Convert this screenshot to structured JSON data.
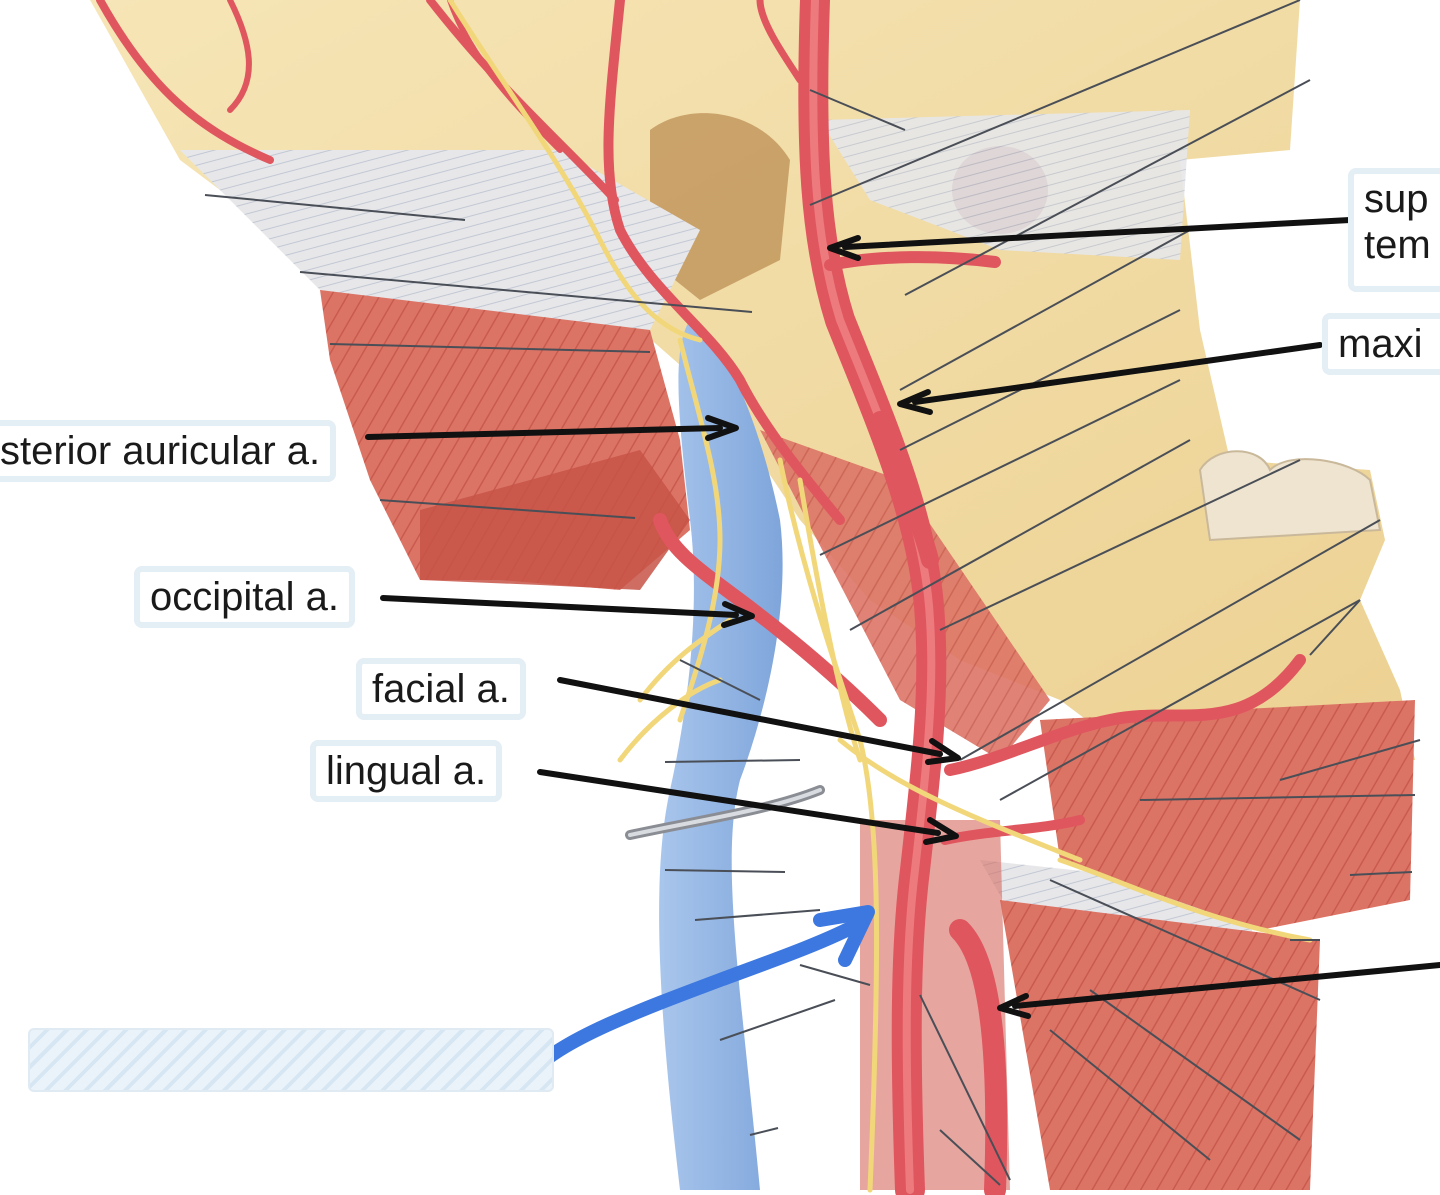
{
  "figure": {
    "type": "anatomical-illustration",
    "subject": "lateral view of neck arteries",
    "colors": {
      "artery": "#e0565f",
      "vein": "#8fb4e2",
      "nerve": "#f1d77a",
      "muscle": "#d9705f",
      "bone": "#f2dca0",
      "annotation_arrow": "#3c78e0",
      "label_border": "#e4eef5"
    }
  },
  "labels": {
    "sup_temporal": [
      "sup",
      "tem"
    ],
    "maxillary": "maxi",
    "posterior_auricular": "sterior auricular a.",
    "occipital": "occipital a.",
    "facial": "facial a.",
    "lingual": "lingual a."
  },
  "answer_blank": {
    "value": "",
    "hint_icon": "blue-arrow-icon"
  }
}
